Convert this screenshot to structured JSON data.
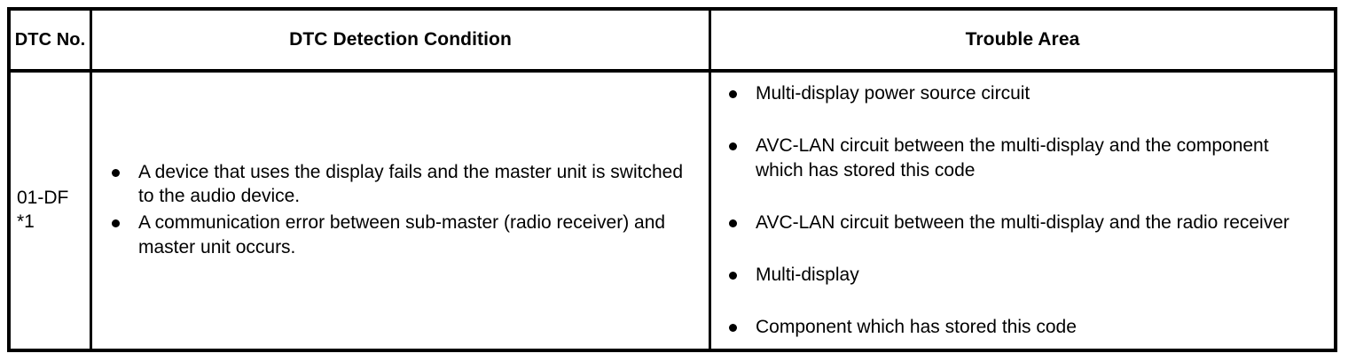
{
  "table": {
    "columns": [
      {
        "key": "dtc_no",
        "header": "DTC\nNo."
      },
      {
        "key": "detection_condition",
        "header": "DTC Detection Condition"
      },
      {
        "key": "trouble_area",
        "header": "Trouble Area"
      }
    ],
    "rows": [
      {
        "dtc_no": "01-DF\n*1",
        "detection_condition": [
          "A device that uses the display fails and the master unit is switched to the audio device.",
          "A communication error between sub-master (radio receiver) and master unit occurs."
        ],
        "trouble_area": [
          "Multi-display power source circuit",
          "AVC-LAN circuit between the multi-display and the component which has stored this code",
          "AVC-LAN circuit between the multi-display and the radio receiver",
          "Multi-display",
          "Component which has stored this code"
        ]
      }
    ]
  },
  "colors": {
    "border": "#000000",
    "text": "#000000",
    "background": "#ffffff"
  }
}
